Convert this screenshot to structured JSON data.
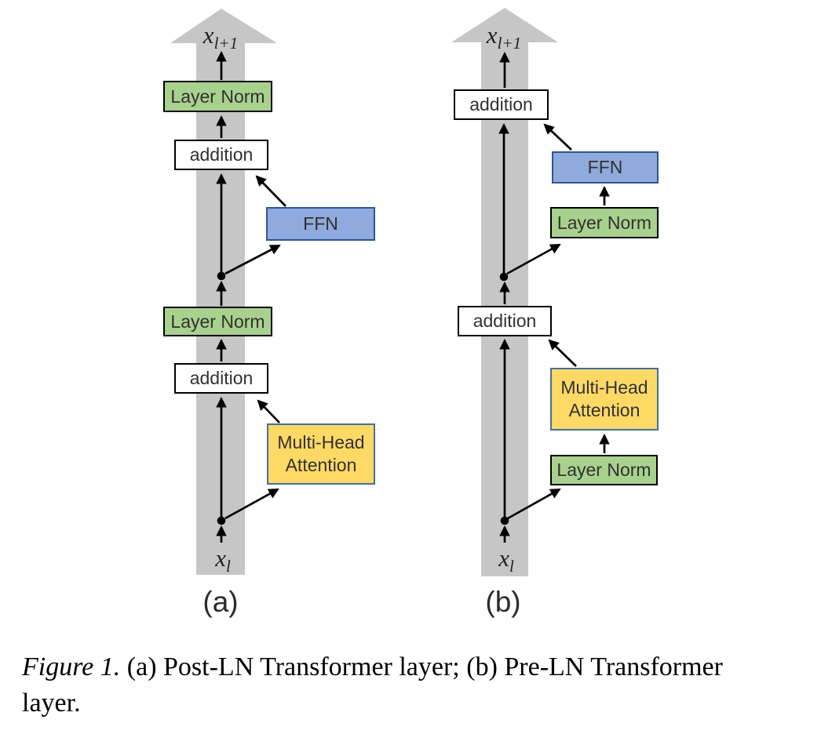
{
  "figure": {
    "panels": [
      {
        "tag": "(a)",
        "output": {
          "base": "x",
          "sub": "l+1"
        },
        "input": {
          "base": "x",
          "sub": "l"
        },
        "boxes": {
          "layer_norm_top": "Layer Norm",
          "addition_top": "addition",
          "ffn": "FFN",
          "layer_norm_bottom": "Layer Norm",
          "addition_bottom": "addition",
          "attention": "Multi-Head Attention"
        }
      },
      {
        "tag": "(b)",
        "output": {
          "base": "x",
          "sub": "l+1"
        },
        "input": {
          "base": "x",
          "sub": "l"
        },
        "boxes": {
          "addition_top": "addition",
          "ffn": "FFN",
          "layer_norm_top": "Layer Norm",
          "addition_bottom": "addition",
          "attention": "Multi-Head Attention",
          "layer_norm_bottom": "Layer Norm"
        }
      }
    ],
    "caption": {
      "prefix": "Figure 1.",
      "line1": "(a) Post-LN Transformer layer; (b) Pre-LN Transformer",
      "line2": "layer."
    }
  },
  "colors": {
    "stream_gray": "#C6C6C6",
    "layer_norm_fill": "#A9D18E",
    "addition_fill": "#FFFFFF",
    "ffn_fill": "#8FAADC",
    "ffn_border": "#2F5597",
    "attention_fill": "#FFD966",
    "attention_border": "#41719C",
    "box_border": "#000000",
    "connector": "#000000"
  }
}
